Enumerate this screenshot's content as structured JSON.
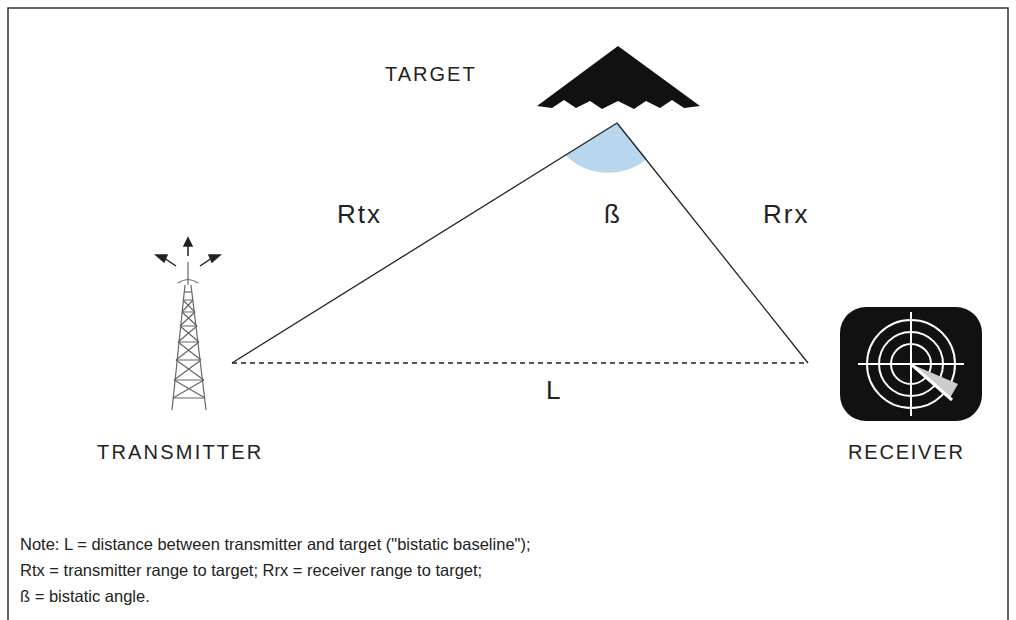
{
  "diagram": {
    "labels": [
      "TARGET",
      "Rtx",
      "ß",
      "Rrx",
      "L",
      "TRANSMITTER",
      "RECEIVER",
      "Note: L = distance between transmitter and target (\"bistatic baseline\");",
      "Rtx = transmitter range to target; Rrx = receiver range to target;",
      "ß = bistatic angle."
    ]
  }
}
